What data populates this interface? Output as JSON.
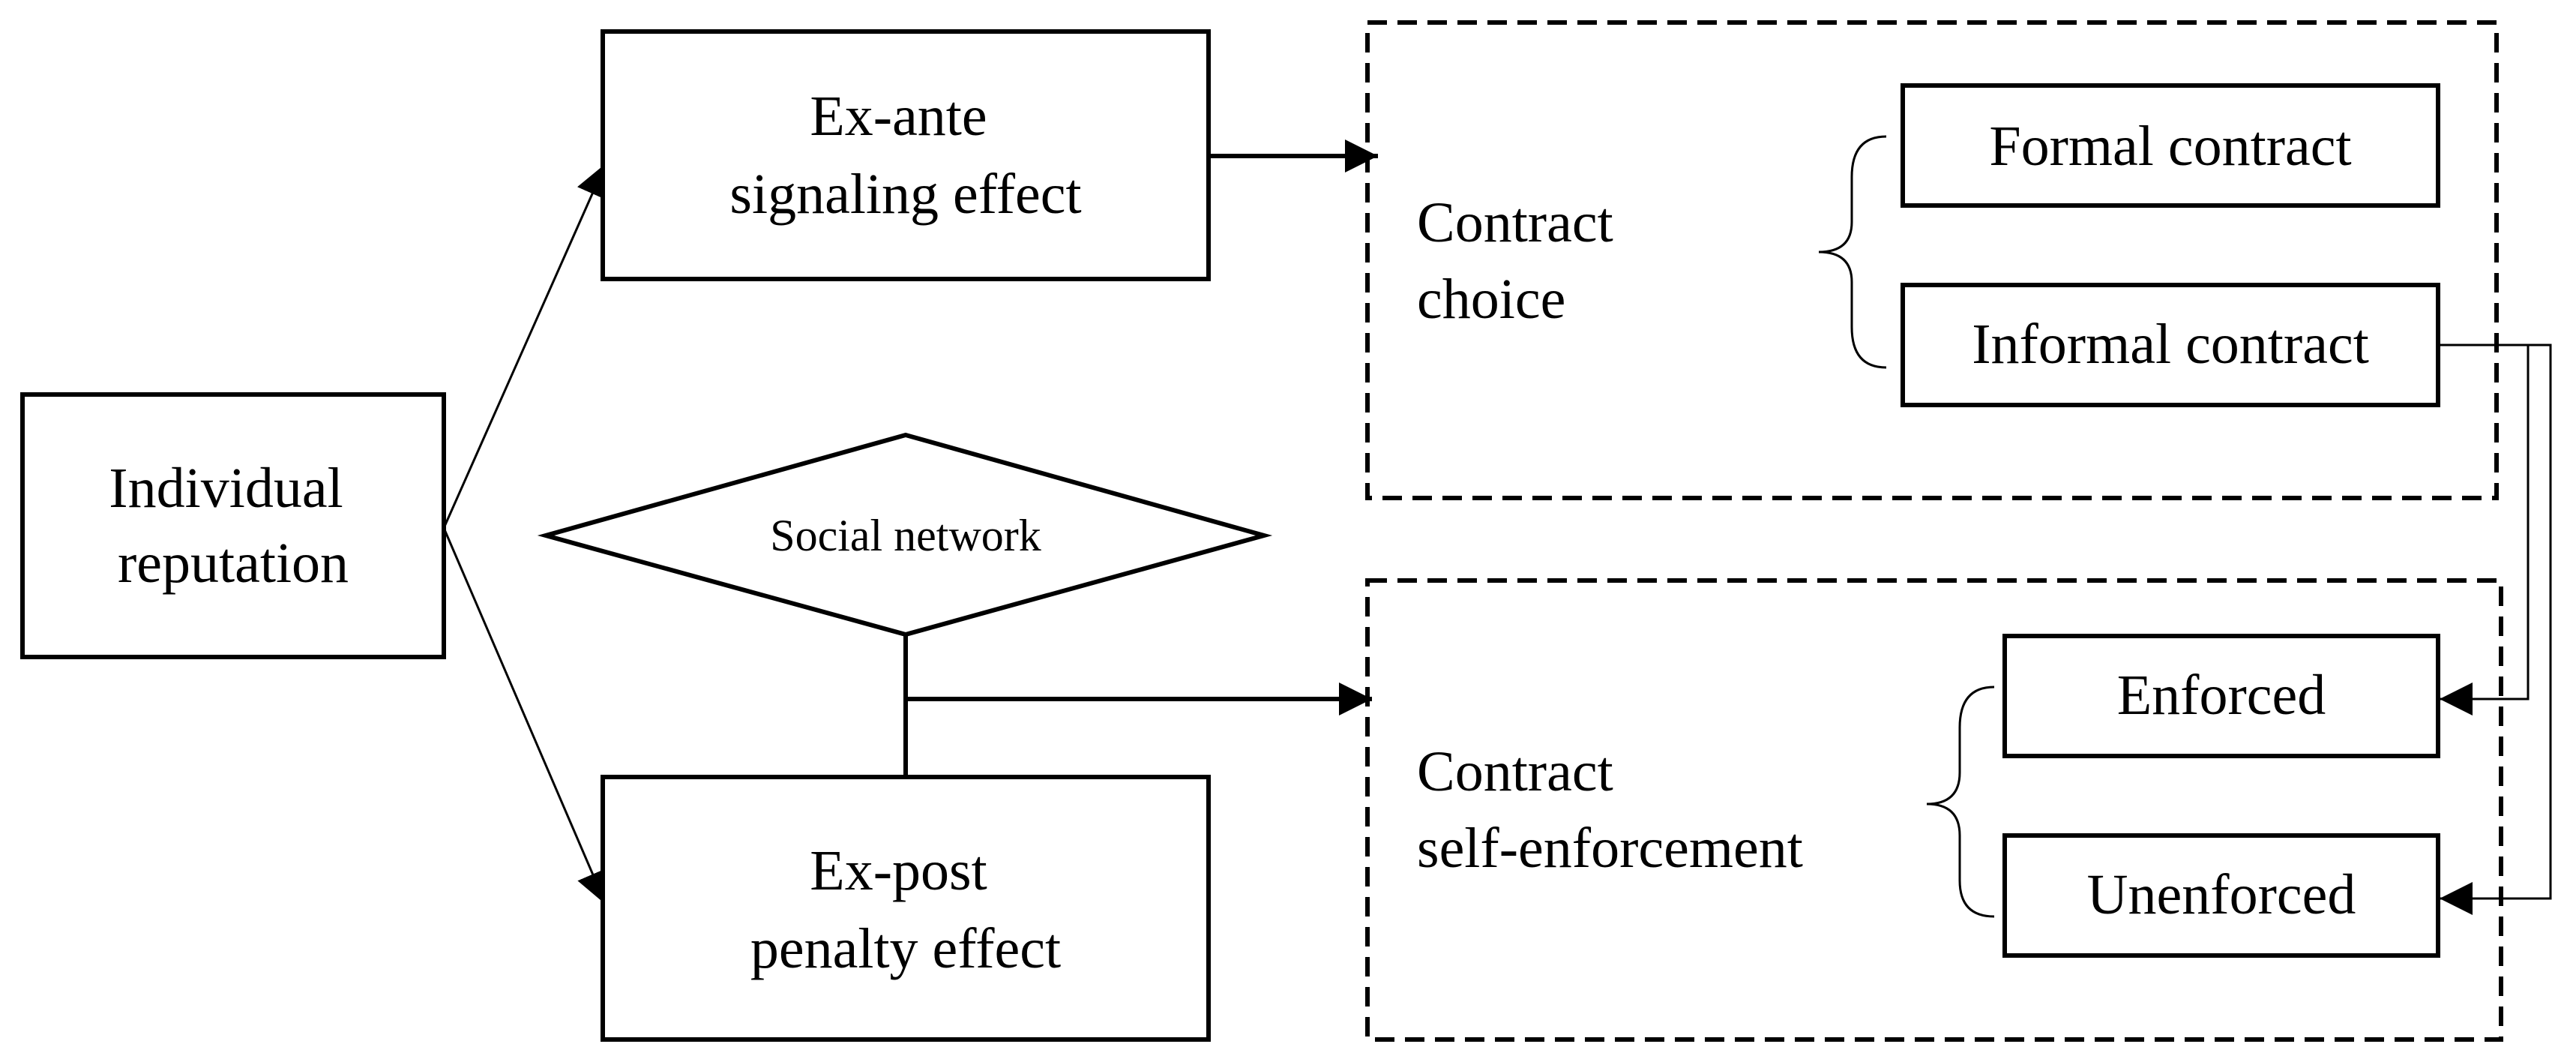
{
  "nodes": {
    "individual_reputation": [
      "Individual",
      "reputation"
    ],
    "ex_ante": [
      "Ex-ante",
      "signaling effect"
    ],
    "ex_post": [
      "Ex-post",
      "penalty effect"
    ],
    "social_network": "Social network",
    "contract_choice": [
      "Contract",
      "choice"
    ],
    "contract_self_enforcement": [
      "Contract",
      "self-enforcement"
    ],
    "formal_contract": "Formal contract",
    "informal_contract": "Informal contract",
    "enforced": "Enforced",
    "unenforced": "Unenforced"
  },
  "colors": {
    "line": "#000000",
    "background": "#ffffff"
  }
}
